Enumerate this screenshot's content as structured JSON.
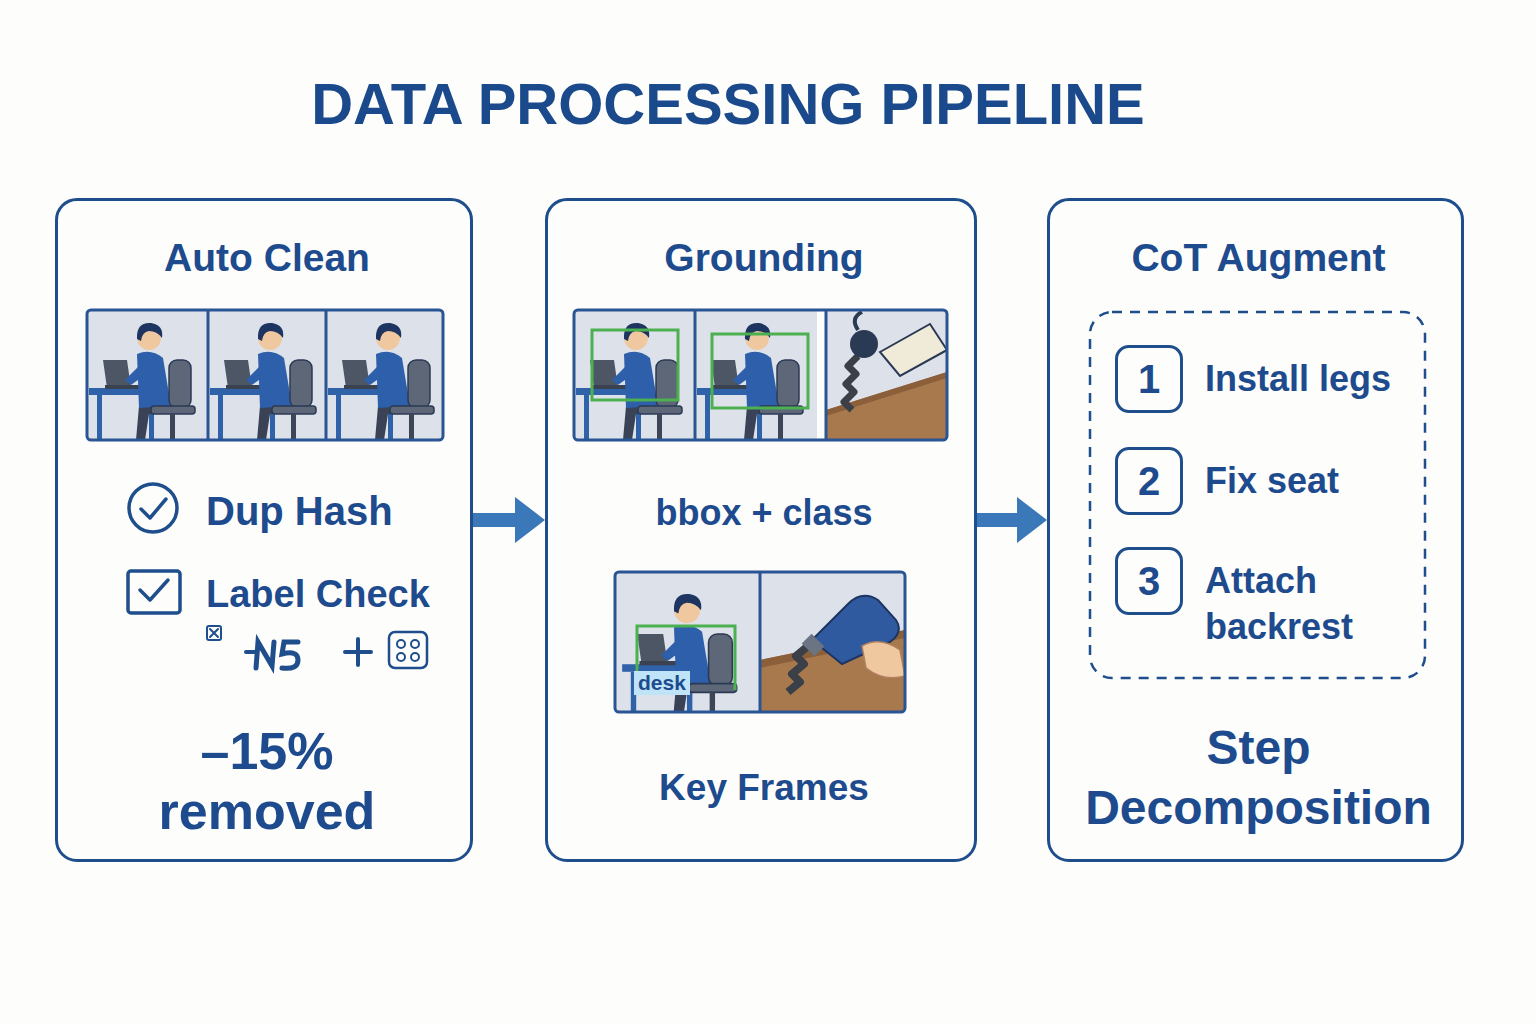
{
  "diagram": {
    "title": "DATA PROCESSING PIPELINE",
    "nodes": [
      {
        "text": [
          "Auto Clean",
          "Dup Hash",
          "Label Check",
          "–15% removed"
        ]
      },
      {
        "text": [
          "Grounding",
          "bbox + class",
          "Key Frames"
        ]
      },
      {
        "text": [
          "CoT Augment",
          "Step Decomposition"
        ]
      },
      {
        "text": [
          "1",
          "Install legs"
        ],
        "in": 2
      },
      {
        "text": [
          "2",
          "Fix seat"
        ],
        "in": 2
      },
      {
        "text": [
          "3",
          "Attach backrest"
        ],
        "in": 2
      }
    ],
    "edges": [
      {
        "from": 0,
        "to": 1,
        "arrow": "to"
      },
      {
        "from": 1,
        "to": 2,
        "arrow": "to"
      }
    ],
    "labels": [
      "desk"
    ]
  }
}
